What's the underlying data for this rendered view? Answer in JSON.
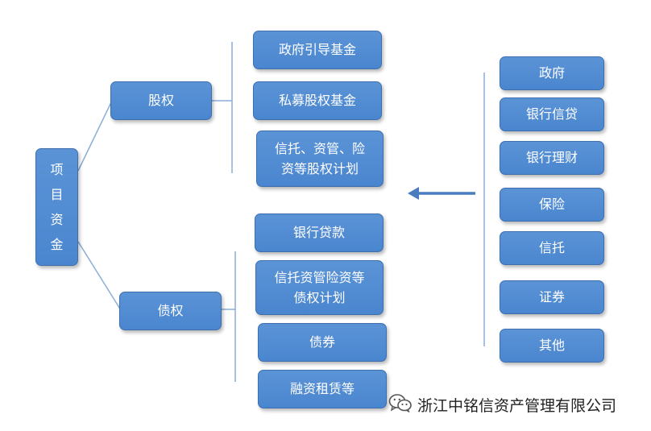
{
  "diagram": {
    "root": {
      "label": "项\n目\n资\n金"
    },
    "branches": [
      {
        "label": "股权",
        "items": [
          "政府引导基金",
          "私募股权基金",
          "信托、资管、险\n资等股权计划"
        ]
      },
      {
        "label": "债权",
        "items": [
          "银行贷款",
          "信托资管险资等\n债权计划",
          "债券",
          "融资租赁等"
        ]
      }
    ],
    "sources": [
      "政府",
      "银行信贷",
      "银行理财",
      "保险",
      "信托",
      "证券",
      "其他"
    ],
    "colors": {
      "box_fill": "#4f8ad1",
      "box_border": "#3d6fae",
      "line": "#8aaed6",
      "arrow": "#4a7bbf"
    }
  },
  "watermark": {
    "text": "浙江中铭信资产管理有限公司",
    "icon": "wechat-icon"
  }
}
